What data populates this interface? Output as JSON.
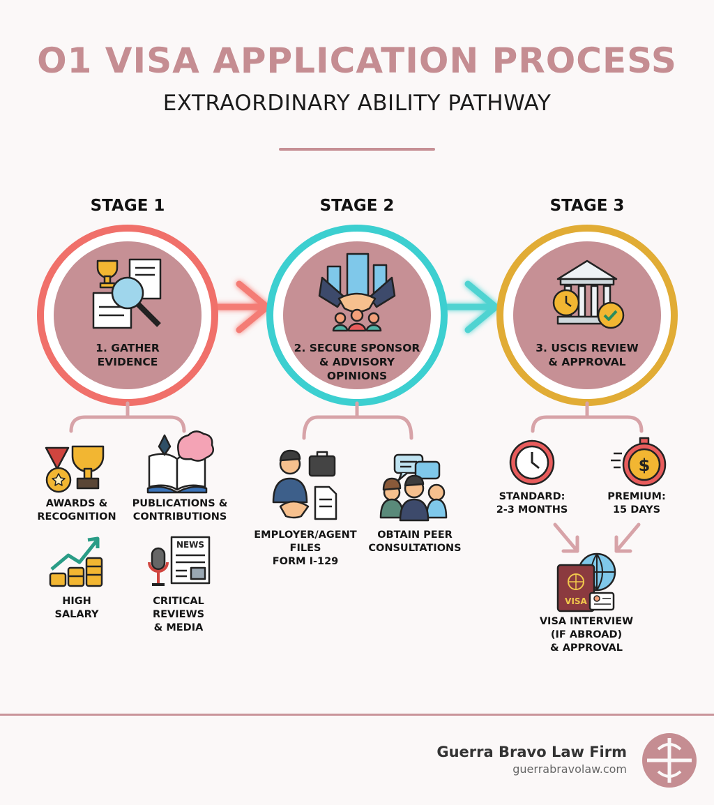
{
  "header": {
    "title": "O1 VISA APPLICATION PROCESS",
    "subtitle": "EXTRAORDINARY ABILITY PATHWAY"
  },
  "stages": [
    {
      "label": "STAGE 1",
      "circle_text": [
        "1. GATHER",
        "EVIDENCE"
      ],
      "color": "#f0706a",
      "items": [
        {
          "icon": "medal-trophy-icon",
          "lines": [
            "AWARDS &",
            "RECOGNITION"
          ]
        },
        {
          "icon": "book-brain-icon",
          "lines": [
            "PUBLICATIONS &",
            "CONTRIBUTIONS"
          ]
        },
        {
          "icon": "salary-chart-icon",
          "lines": [
            "HIGH",
            "SALARY"
          ]
        },
        {
          "icon": "news-microphone-icon",
          "lines": [
            "CRITICAL",
            "REVIEWS",
            "& MEDIA"
          ]
        }
      ]
    },
    {
      "label": "STAGE 2",
      "circle_text": [
        "2. SECURE SPONSOR",
        "& ADVISORY",
        "OPINIONS"
      ],
      "color": "#3ccfd0",
      "items": [
        {
          "icon": "employer-handshake-icon",
          "lines": [
            "EMPLOYER/AGENT",
            "FILES",
            "FORM I-129"
          ]
        },
        {
          "icon": "peer-consultation-icon",
          "lines": [
            "OBTAIN PEER",
            "CONSULTATIONS"
          ]
        }
      ]
    },
    {
      "label": "STAGE 3",
      "circle_text": [
        "3. USCIS REVIEW",
        "& APPROVAL"
      ],
      "color": "#e1ac35",
      "items": [
        {
          "icon": "clock-icon",
          "lines": [
            "STANDARD:",
            "2-3 MONTHS"
          ]
        },
        {
          "icon": "stopwatch-dollar-icon",
          "lines": [
            "PREMIUM:",
            "15 DAYS"
          ]
        }
      ],
      "final": {
        "icon": "passport-globe-icon",
        "passport_text": "VISA",
        "lines": [
          "VISA INTERVIEW",
          "(IF ABROAD)",
          "& APPROVAL"
        ]
      }
    }
  ],
  "footer": {
    "firm_name": "Guerra Bravo Law Firm",
    "url": "guerrabravolaw.com"
  },
  "colors": {
    "title": "#c58d92",
    "circle_fill": "#c69095",
    "connector": "#d7a3a8",
    "arrow_stage1": "#f48079",
    "arrow_stage2": "#4fd3d1"
  }
}
